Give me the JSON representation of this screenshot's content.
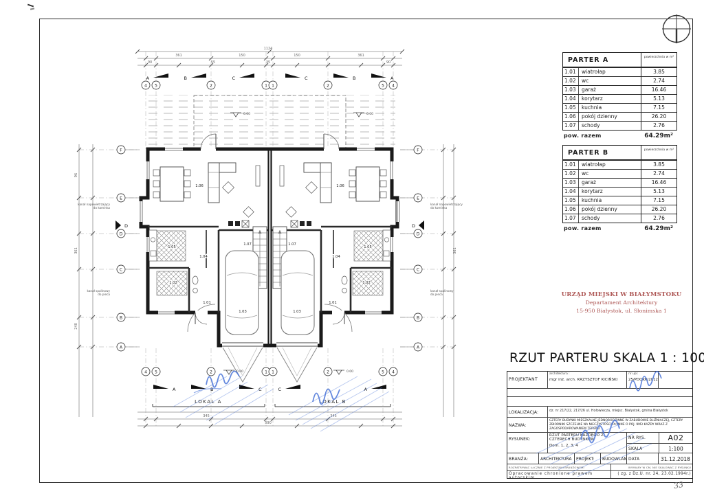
{
  "sheet": {
    "table_a": {
      "title": "PARTER A",
      "col_header": "powierzchnia w m²",
      "rows": [
        {
          "no": "1.01",
          "name": "wiatrołap",
          "area": "3.85"
        },
        {
          "no": "1.02",
          "name": "wc",
          "area": "2.74"
        },
        {
          "no": "1.03",
          "name": "garaż",
          "area": "16.46"
        },
        {
          "no": "1.04",
          "name": "korytarz",
          "area": "5.13"
        },
        {
          "no": "1.05",
          "name": "kuchnia",
          "area": "7.15"
        },
        {
          "no": "1.06",
          "name": "pokój dzienny",
          "area": "26.20"
        },
        {
          "no": "1.07",
          "name": "schody",
          "area": "2.76"
        }
      ],
      "total_label": "pow. razem",
      "total_value": "64.29m²"
    },
    "table_b": {
      "title": "PARTER B",
      "col_header": "powierzchnia w m²",
      "rows": [
        {
          "no": "1.01",
          "name": "wiatrołap",
          "area": "3.85"
        },
        {
          "no": "1.02",
          "name": "wc",
          "area": "2.74"
        },
        {
          "no": "1.03",
          "name": "garaż",
          "area": "16.46"
        },
        {
          "no": "1.04",
          "name": "korytarz",
          "area": "5.13"
        },
        {
          "no": "1.05",
          "name": "kuchnia",
          "area": "7.15"
        },
        {
          "no": "1.06",
          "name": "pokój dzienny",
          "area": "26.20"
        },
        {
          "no": "1.07",
          "name": "schody",
          "area": "2.76"
        }
      ],
      "total_label": "pow. razem",
      "total_value": "64.29m²"
    },
    "stamp": {
      "line1": "URZĄD MIEJSKI W BIAŁYMSTOKU",
      "line2": "Departament Architektury",
      "line3": "15-950 Białystok, ul. Słonimska 1"
    },
    "main_title": "RZUT PARTERU  SKALA 1 : 100",
    "title_block": {
      "projektant_label": "PROJEKTANT",
      "projektant_role": "architektura :",
      "projektant_name": "mgr inż. arch. KRZYSZTOF KICIŃSKI",
      "upr_label": "nr upr.",
      "upr_value": "25/PDOKK/2012",
      "lokalizacja_label": "LOKALIZACJA:",
      "lokalizacja_value": "dz. nr 217/22, 217/26 ul. Hołowiecza, miejsc. Białystok, gmina Białystok",
      "nazwa_label": "NAZWA:",
      "nazwa_value": "CZTERY BUDYNKI MIESZKALNE JEDNORODZINNE W ZABUDOWIE BLIŹNIACZEJ, CZTERY ZBIORNIKI SZCZELNE NA NIECZYSTOŚCI PŁYNNE O POJ. 9M3 KAŻDY WRAZ Z ZAGOSPODAROWANIEM TERENU",
      "rysunek_label": "RYSUNEK:",
      "rysunek_value": "RZUT PARTERU KAŻDEGO Z CZTERECH BUDYNKÓW",
      "rysunek_value2": "Dom.  1, 2, 3, 4",
      "nr_rys_label": "NR RYS.",
      "nr_rys_value": "A02",
      "skala_label": "SKALA",
      "skala_value": "1:100",
      "branza_label": "BRANŻA:",
      "branza_value": "ARCHITEKTURA",
      "projekt_label": "PROJEKT:",
      "projekt_value": "BUDOWLANY",
      "data_label": "DATA",
      "data_value": "31.12.2018",
      "note_left": "ROZPATRYWAĆ ŁĄCZNIE Z PROJEKTAMI BRANŻOWYMI",
      "note_right": "WYMIARY W CM, NIE SKALOWAĆ Z RYSUNKU",
      "copyright_left": "Opracowanie  chronione  prawem  autorskim",
      "copyright_right": "( zg. z Dz.U. nr. 24, 23.02.1994r.)"
    },
    "pencil_note": "33",
    "colors": {
      "ink_blue": "#4a74d8",
      "stamp_red": "#a84a48"
    }
  },
  "plan": {
    "lokal_a": "LOKAL A",
    "lokal_b": "LOKAL B",
    "rooms": {
      "r101": "1.01",
      "r102": "1.02",
      "r103": "1.03",
      "r104": "1.04",
      "r105": "1.05",
      "r106": "1.06",
      "r107": "1.07"
    },
    "axes_top": [
      "4",
      "5",
      "2",
      "1",
      "1",
      "2",
      "5",
      "4"
    ],
    "axes_left": [
      "F",
      "E",
      "D",
      "C",
      "B",
      "A"
    ],
    "sections": [
      "A",
      "B",
      "C",
      "D"
    ],
    "level": "0.00",
    "annotations": {
      "left1a": "kanał napowietrzający",
      "left1b": "do kominka",
      "left2a": "kanał spalinowy",
      "left2b": "do pieca"
    },
    "dims": {
      "a": "90",
      "b": "361",
      "c": "55",
      "d": "1124",
      "e": "150",
      "f": "96",
      "g": "345",
      "h": "240",
      "i": "35",
      "j": "590"
    }
  }
}
